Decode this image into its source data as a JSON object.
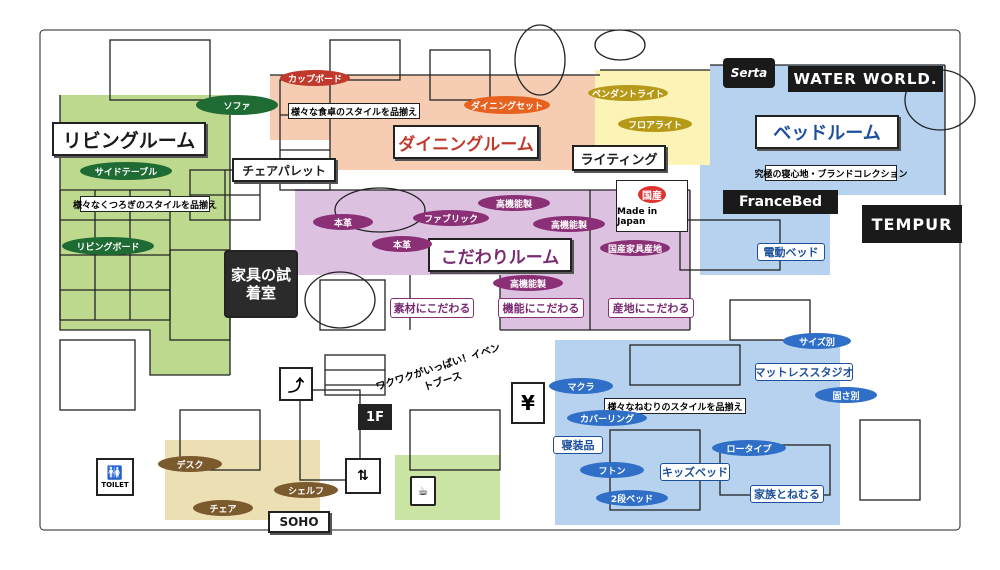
{
  "colors": {
    "living": "#bcd98e",
    "dining": "#f6cdb3",
    "lighting": "#fbf4b6",
    "kodawari": "#dcc2e0",
    "bed": "#b6d2ee",
    "soho": "#ecdfb4",
    "cafe": "#c9e4a3",
    "green_pill": "#1f6b34",
    "red_pill": "#c0392b",
    "orange_pill": "#e6621e",
    "purple_pill": "#8b2f76",
    "blue_pill": "#2f6fc8",
    "brown_pill": "#7b5a2e"
  },
  "rooms": {
    "living": "リビングルーム",
    "dining": "ダイニングルーム",
    "lighting": "ライティング",
    "bedroom": "ベッドルーム",
    "kodawari": "こだわりルーム",
    "chair_pallet": "チェアパレット",
    "soho": "SOHO",
    "fitting_room": "家具の試着室",
    "event_booth": "ワクワクがいっぱい！イベントブース",
    "mattress_studio": "マットレススタジオ",
    "kids_bed": "キッズベッド",
    "family_sleep": "家族とねむる",
    "electric_bed": "電動ベッド",
    "bedding": "寝装品"
  },
  "captions": {
    "living_style": "様々なくつろぎのスタイルを品揃え",
    "dining_style": "様々な食卓のスタイルを品揃え",
    "bed_collection": "究極の寝心地・ブランドコレクション",
    "sleep_style": "様々なねむりのスタイルを品揃え",
    "material": "素材にこだわる",
    "function": "機能にこだわる",
    "origin": "産地にこだわる"
  },
  "pills": {
    "sofa": "ソファ",
    "side_table": "サイドテーブル",
    "living_board": "リビングボード",
    "cupboard": "カップボード",
    "dining_set": "ダイニングセット",
    "pendant_light": "ペンダントライト",
    "floor_light": "フロアライト",
    "solid_wood_1": "本革",
    "solid_wood_2": "本革",
    "fabric": "ファブリック",
    "high_func_a": "高機能製",
    "high_func_b": "高機能製",
    "domestic": "国産家具産地",
    "size": "サイズ別",
    "firmness": "固さ別",
    "pillow": "マクラ",
    "cover": "カバーリング",
    "futon": "フトン",
    "bunk_bed": "2段ベッド",
    "low_type": "ロータイプ",
    "desk": "デスク",
    "chair": "チェア",
    "shelf": "シェルフ"
  },
  "badges": {
    "kokusan": "国産",
    "made_in_japan": "Made in Japan",
    "floor": "1F",
    "toilet": "TOILET",
    "yen": "¥"
  },
  "brands": {
    "serta": "Serta",
    "water_world": "WATER WORLD.",
    "france_bed": "FranceBed",
    "tempur": "TEMPUR"
  }
}
